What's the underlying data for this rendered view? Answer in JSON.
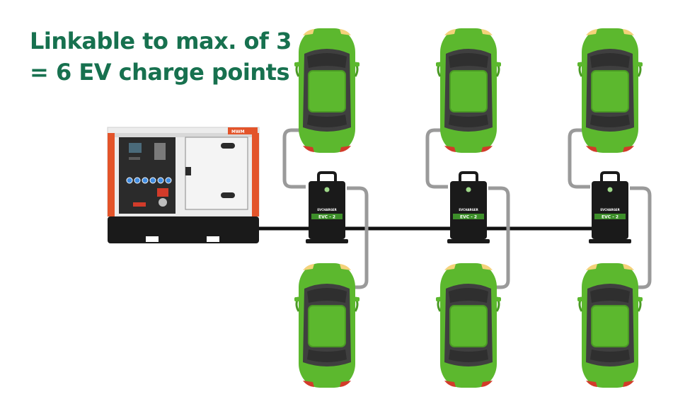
{
  "headline": {
    "line1": "Linkable to max. of 3",
    "line2": "= 6 EV charge points"
  },
  "generator": {
    "brand_label": "MWM"
  },
  "chargers": [
    {
      "brand": "EVCHARGER",
      "model": "EVC - 2"
    },
    {
      "brand": "EVCHARGER",
      "model": "EVC - 2"
    },
    {
      "brand": "EVCHARGER",
      "model": "EVC - 2"
    }
  ],
  "colors": {
    "headline": "#17714f",
    "car_body": "#5cb82e",
    "car_roof": "#3f3f3f",
    "generator_accent": "#e3542a",
    "charger_body": "#1a1a1a",
    "charger_label": "#3d8f2a",
    "cable": "#9a9a9a",
    "power_line": "#111111"
  }
}
